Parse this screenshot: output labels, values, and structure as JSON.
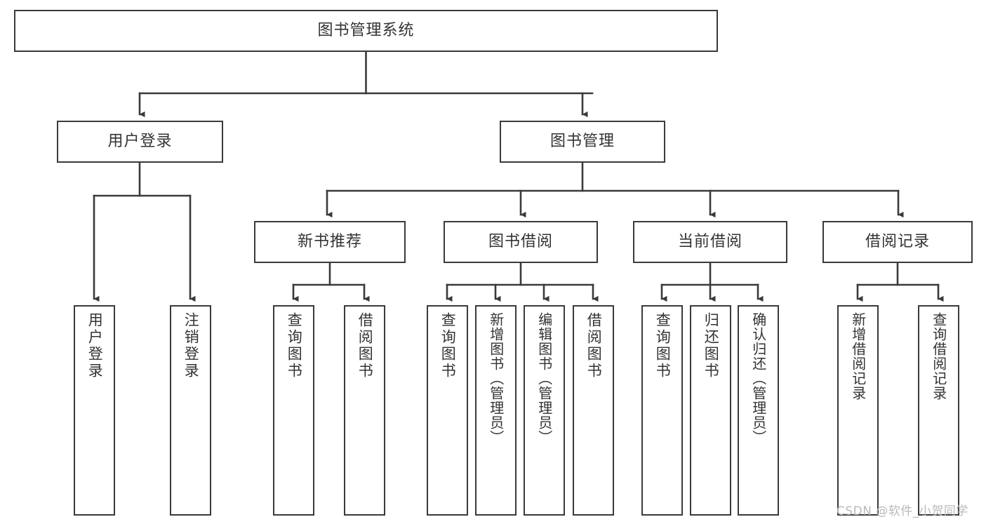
{
  "diagram": {
    "type": "tree-hierarchy",
    "title": "图书管理系统",
    "orientation": "top-down",
    "colors": {
      "box_border": "#3a3a3a",
      "box_fill": "#ffffff",
      "text": "#333333",
      "edge": "#3a3a3a",
      "watermark": "#b9b9b9",
      "canvas": "#ffffff"
    }
  },
  "nodes": {
    "root": {
      "label": "图书管理系统"
    },
    "level2": [
      {
        "id": "user-login",
        "label": "用户登录"
      },
      {
        "id": "book-manage",
        "label": "图书管理"
      }
    ],
    "level3": [
      {
        "id": "new-book-recommend",
        "label": "新书推荐"
      },
      {
        "id": "book-borrow",
        "label": "图书借阅"
      },
      {
        "id": "current-borrow",
        "label": "当前借阅"
      },
      {
        "id": "borrow-record",
        "label": "借阅记录"
      }
    ],
    "leaves": {
      "user-login": [
        {
          "id": "leaf-user-login",
          "label": "用户登录"
        },
        {
          "id": "leaf-user-logout",
          "label": "注销登录"
        }
      ],
      "new-book-recommend": [
        {
          "id": "leaf-query-book-1",
          "label": "查询图书"
        },
        {
          "id": "leaf-borrow-book-1",
          "label": "借阅图书"
        }
      ],
      "book-borrow": [
        {
          "id": "leaf-query-book-2",
          "label": "查询图书"
        },
        {
          "id": "leaf-add-book",
          "label": "新增图书（管理员）"
        },
        {
          "id": "leaf-edit-book",
          "label": "编辑图书（管理员）"
        },
        {
          "id": "leaf-borrow-book-2",
          "label": "借阅图书"
        }
      ],
      "current-borrow": [
        {
          "id": "leaf-query-book-3",
          "label": "查询图书"
        },
        {
          "id": "leaf-return-book",
          "label": "归还图书"
        },
        {
          "id": "leaf-confirm-return",
          "label": "确认归还（管理员）"
        }
      ],
      "borrow-record": [
        {
          "id": "leaf-add-record",
          "label": "新增借阅记录"
        },
        {
          "id": "leaf-query-record",
          "label": "查询借阅记录"
        }
      ]
    }
  },
  "watermark": {
    "text": "CSDN @软件_小贺同学"
  }
}
